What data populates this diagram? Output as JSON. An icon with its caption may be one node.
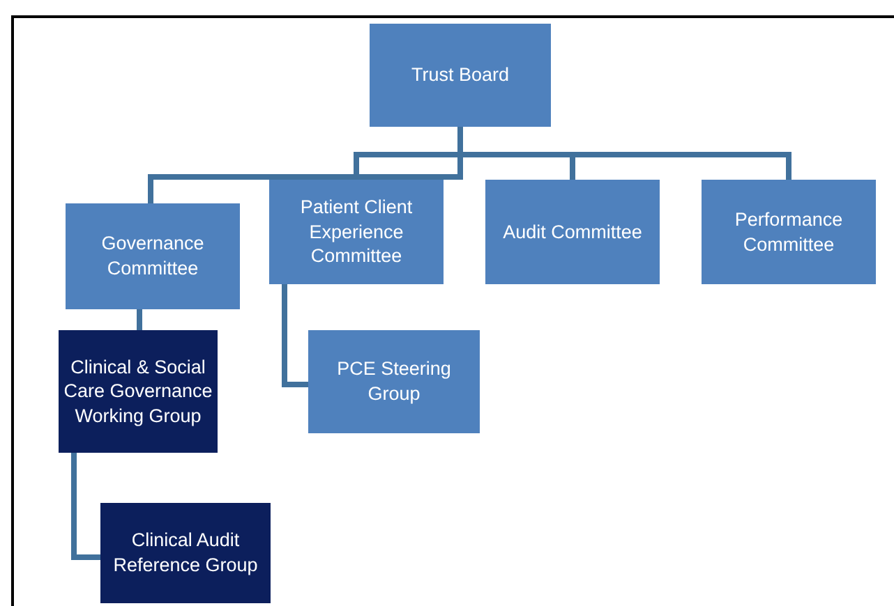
{
  "diagram": {
    "nodes": [
      {
        "text": [
          "Trust Board"
        ]
      },
      {
        "text": [
          "Governance Committee"
        ]
      },
      {
        "text": [
          "Patient Client Experience Committee"
        ]
      },
      {
        "text": [
          "Audit Committee"
        ]
      },
      {
        "text": [
          "Performance Committee"
        ]
      },
      {
        "text": [
          "Clinical & Social Care Governance Working Group"
        ]
      },
      {
        "text": [
          "PCE Steering Group"
        ]
      },
      {
        "text": [
          "Clinical Audit Reference Group"
        ]
      }
    ],
    "edges": [
      {
        "from": 0,
        "to": 1,
        "arrow": "none"
      },
      {
        "from": 0,
        "to": 2,
        "arrow": "none"
      },
      {
        "from": 0,
        "to": 3,
        "arrow": "none"
      },
      {
        "from": 0,
        "to": 4,
        "arrow": "none"
      },
      {
        "from": 1,
        "to": 5,
        "arrow": "none"
      },
      {
        "from": 2,
        "to": 6,
        "arrow": "none"
      },
      {
        "from": 5,
        "to": 7,
        "arrow": "none"
      }
    ]
  }
}
